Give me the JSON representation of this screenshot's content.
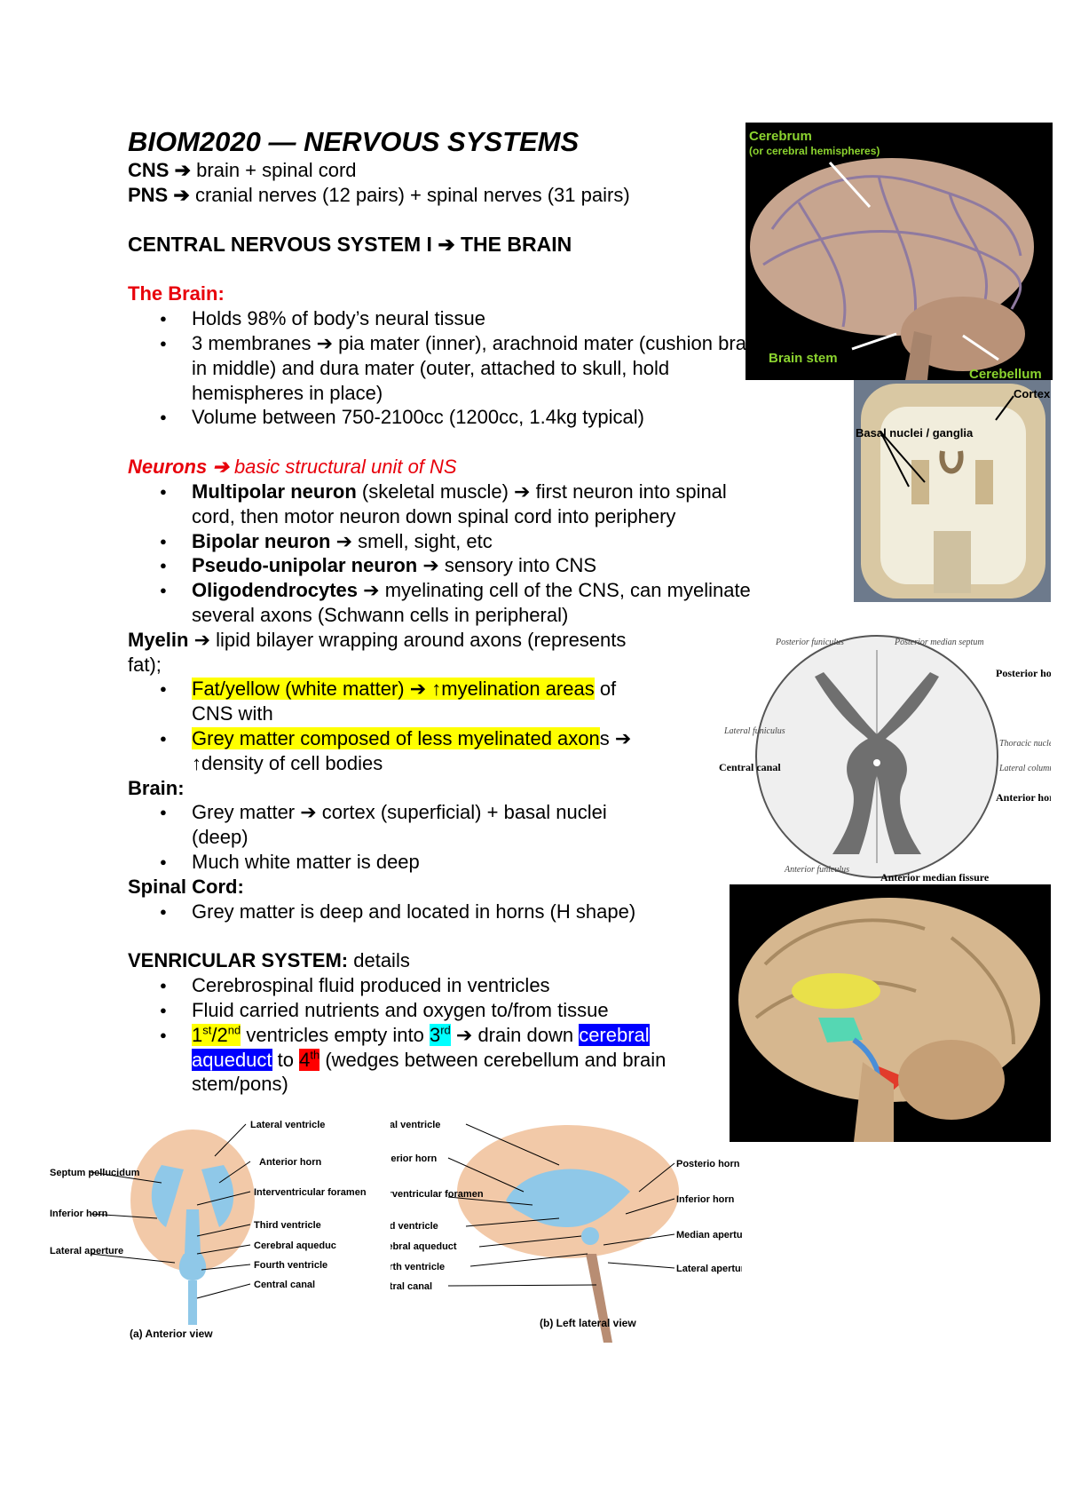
{
  "doc": {
    "title": "BIOM2020 — NERVOUS SYSTEMS",
    "cns_label": "CNS",
    "cns_text": "brain + spinal cord",
    "pns_label": "PNS",
    "pns_text": "cranial nerves (12 pairs) + spinal nerves (31 pairs)",
    "arrow": "➔",
    "section1": "CENTRAL NERVOUS SYSTEM I",
    "section1_b": "THE BRAIN",
    "brain_heading": "The Brain:",
    "brain_bullets": [
      "Holds 98% of body’s neural tissue",
      "3 membranes ➔ pia mater (inner), arachnoid mater (cushion brain in middle) and dura mater (outer, attached to skull, hold hemispheres in place)",
      "Volume between 750-2100cc (1200cc, 1.4kg typical)"
    ],
    "neurons_heading": "Neurons",
    "neurons_sub": "basic structural unit of NS",
    "neuron_items": [
      {
        "term": "Multipolar neuron",
        "text": " (skeletal muscle) ➔ first neuron into spinal cord, then motor neuron down spinal cord into periphery"
      },
      {
        "term": "Bipolar neuron",
        "text": " ➔ smell, sight, etc"
      },
      {
        "term": "Pseudo-unipolar neuron",
        "text": " ➔ sensory into CNS"
      },
      {
        "term": "Oligodendrocytes",
        "text": " ➔ myelinating cell of the CNS, can myelinate several axons (Schwann cells in peripheral)"
      }
    ],
    "myelin_term": "Myelin",
    "myelin_text": " ➔ lipid bilayer wrapping around axons (represents fat);",
    "myelin_b1_hl": "Fat/yellow (white matter) ➔ ↑myelination areas",
    "myelin_b1_rest": " of CNS with",
    "myelin_b2_hl": "Grey matter composed of less myelinated axon",
    "myelin_b2_rest": "s ➔ ↑density of cell bodies",
    "brain2_heading": "Brain:",
    "brain2_bullets": [
      "Grey matter ➔ cortex (superficial) + basal nuclei (deep)",
      "Much white matter is deep"
    ],
    "spinal_heading": "Spinal Cord:",
    "spinal_bullets": [
      "Grey matter is deep and located in horns (H shape)"
    ],
    "vent_heading": "VENRICULAR SYSTEM:",
    "vent_sub": " details",
    "vent_bullets": [
      "Cerebrospinal fluid produced in ventricles",
      "Fluid carried nutrients and oxygen to/from tissue"
    ],
    "vent_last": {
      "first": "1",
      "first_sup": "st",
      "slash": "/",
      "second": "2",
      "second_sup": "nd",
      "mid": " ventricles empty into ",
      "third": "3",
      "third_sup": "rd",
      "after_third": " ➔ drain down ",
      "aqueduct": "cerebral aqueduct",
      "to": " to ",
      "fourth": "4",
      "fourth_sup": "th",
      "end": " (wedges between cerebellum and brain stem/pons)"
    }
  },
  "figures": {
    "brain_photo": {
      "label_cerebrum": "Cerebrum",
      "label_cerebrum_sub": "(or cerebral hemispheres)",
      "label_brainstem": "Brain stem",
      "label_cerebellum": "Cerebellum"
    },
    "coronal": {
      "label_cortex": "Cortex",
      "label_basal": "Basal nuclei / ganglia"
    },
    "spinal": {
      "post_funiculus": "Posterior funiculus",
      "post_median": "Posterior median septum",
      "post_horn": "Posterior horn of gray matter",
      "lateral_funiculus": "Lateral funiculus",
      "thoracic": "Thoracic nucleus",
      "lateral_column": "Lateral column",
      "central_canal": "Central canal",
      "ant_horn": "Anterior horn of gray matter",
      "ant_funiculus": "Anterior funiculus",
      "ant_median": "Anterior median fissure"
    },
    "ventricles_anterior": {
      "lateral_ventricle": "Lateral ventricle",
      "anterior_horn": "Anterior horn",
      "septum": "Septum pellucidum",
      "inferior_horn": "Inferior horn",
      "lateral_aperture": "Lateral aperture",
      "interventricular": "Interventricular foramen",
      "third": "Third ventricle",
      "aqueduct": "Cerebral aqueduc",
      "fourth": "Fourth ventricle",
      "central": "Central canal",
      "caption": "(a) Anterior view"
    },
    "ventricles_lateral": {
      "lateral_ventricle": "Lateral ventricle",
      "anterior_horn": "Anterior horn",
      "interventricular": "Interventricular foramen",
      "third": "Third ventricle",
      "aqueduct": "Cerebral aqueduct",
      "fourth": "Fourth ventricle",
      "central": "Central canal",
      "posterior_horn": "Posterio horn",
      "inferior_horn": "Inferior horn",
      "median_aperture": "Median aperture",
      "lateral_aperture": "Lateral aperture",
      "caption": "(b) Left lateral view"
    }
  },
  "colors": {
    "highlight_yellow": "#ffff00",
    "highlight_cyan": "#00ffff",
    "highlight_blue": "#0000ff",
    "highlight_red": "#ff0000",
    "heading_red": "#e8000b"
  }
}
